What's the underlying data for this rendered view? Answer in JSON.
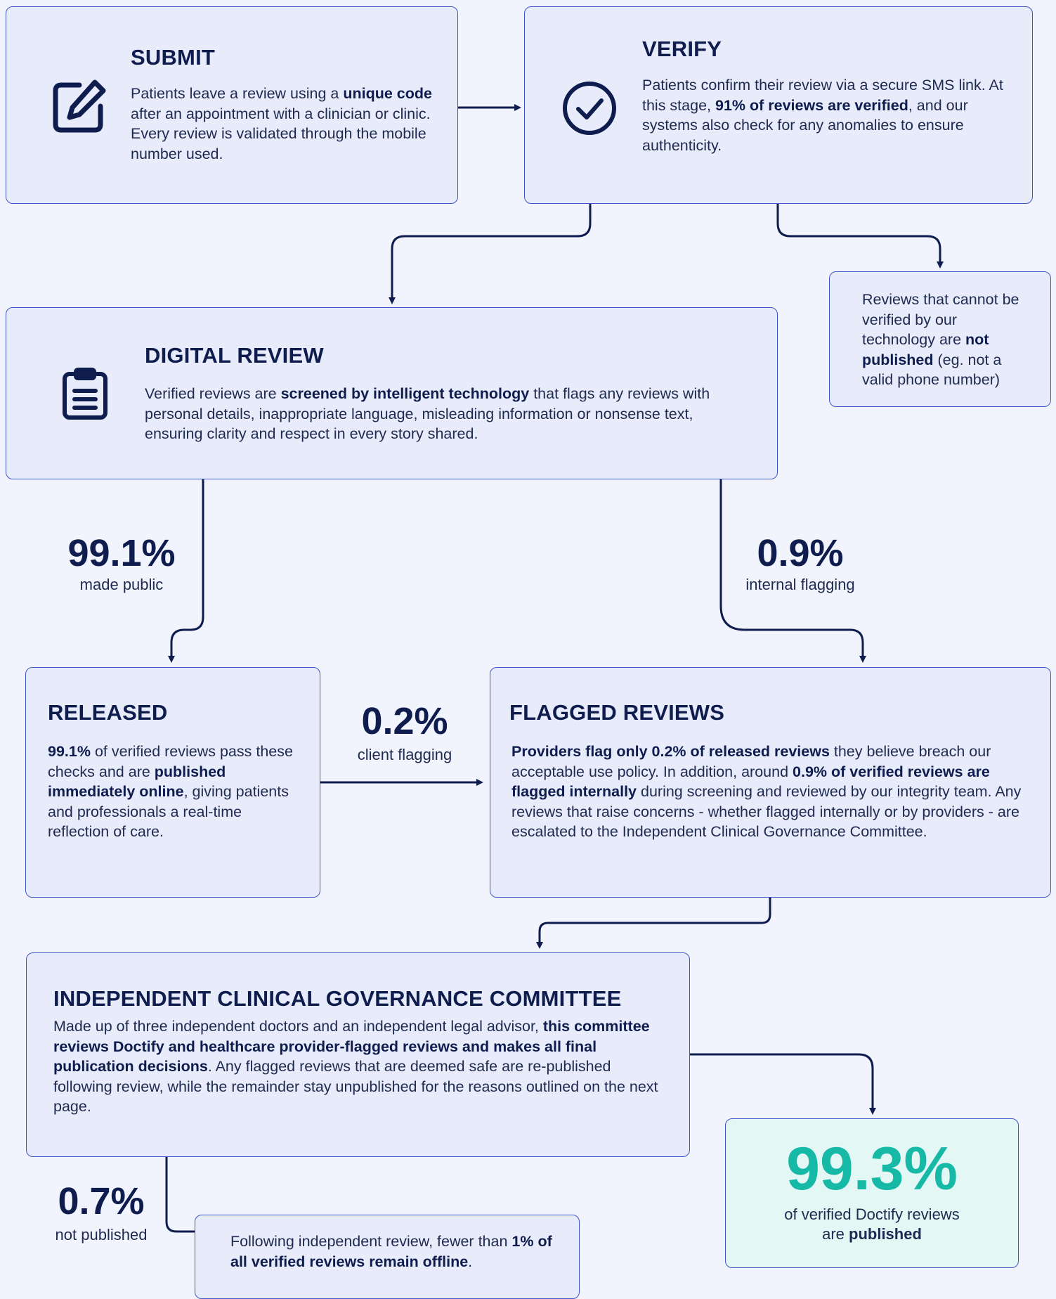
{
  "submit": {
    "title": "SUBMIT",
    "body_html": "Patients leave a review using a <b>unique code</b> after an appointment with a clinician or clinic. Every review is validated through the mobile number used.",
    "icon": "edit-icon"
  },
  "verify": {
    "title": "VERIFY",
    "body_html": "Patients confirm their review via a secure SMS link. At this stage, <b>91% of reviews are verified</b>, and our systems also check for any anomalies to ensure authenticity.",
    "icon": "check-circle-icon"
  },
  "not_verified_note": {
    "body_html": "Reviews that cannot be verified by our technology are <b>not published</b> (eg. not a valid phone number)"
  },
  "digital_review": {
    "title": "DIGITAL REVIEW",
    "body_html": "Verified reviews are <b>screened by intelligent technology</b> that flags any reviews with personal details, inappropriate language, misleading information or nonsense text, ensuring clarity and respect in every story shared.",
    "icon": "clipboard-icon"
  },
  "stats": {
    "made_public": {
      "value": "99.1%",
      "label": "made public"
    },
    "internal_flagging": {
      "value": "0.9%",
      "label": "internal flagging"
    },
    "client_flagging": {
      "value": "0.2%",
      "label": "client flagging"
    },
    "not_published": {
      "value": "0.7%",
      "label": "not published"
    }
  },
  "released": {
    "title": "RELEASED",
    "body_html": "<b>99.1%</b> of verified reviews pass these checks and are <b>published immediately online</b>, giving patients and professionals a real-time reflection of care."
  },
  "flagged": {
    "title": "FLAGGED REVIEWS",
    "body_html": "<b>Providers flag only 0.2% of released reviews</b> they believe breach our acceptable use policy. In addition, around <b>0.9% of verified reviews are flagged internally</b> during screening and reviewed by our integrity team. Any reviews that raise concerns - whether flagged internally or by providers - are escalated to the Independent Clinical Governance Committee."
  },
  "committee": {
    "title": "INDEPENDENT CLINICAL GOVERNANCE COMMITTEE",
    "body_html": "Made up of three independent doctors and an independent legal advisor, <b>this committee reviews Doctify and healthcare provider-flagged reviews and makes all final publication decisions</b>. Any flagged reviews that are deemed safe are re-published following review, while the remainder stay unpublished for the reasons outlined on the next page."
  },
  "offline_note": {
    "body_html": "Following independent review, fewer than <b>1% of all verified reviews remain offline</b>."
  },
  "published_result": {
    "value": "99.3%",
    "label_html": "of verified Doctify reviews<br>are <b>published</b>"
  },
  "colors": {
    "box_fill": "#e7ebfa",
    "box_border": "#3f56c9",
    "text_dark": "#0f1c4e",
    "teal": "#16b8a6",
    "teal_fill": "#e3f7f5",
    "page_bg": "#f1f4fd"
  }
}
